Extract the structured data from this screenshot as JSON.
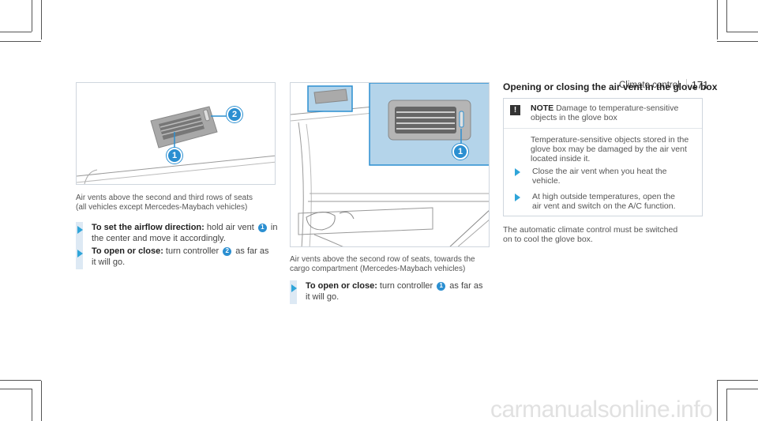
{
  "header": {
    "section": "Climate control",
    "page": "171"
  },
  "figure1": {
    "callout_1": "1",
    "callout_2": "2",
    "caption_line1": "Air vents above the second and third rows of seats",
    "caption_line2": "(all vehicles except Mercedes-Maybach vehicles)"
  },
  "steps_left": [
    {
      "bold": "To set the airflow direction:",
      "line1_rest": " hold air vent ",
      "callout": "1",
      "line1_end": " in",
      "line2": "the center and move it accordingly."
    },
    {
      "bold": "To open or close:",
      "line1_rest": " turn controller ",
      "callout": "2",
      "line1_end": " as far as",
      "line2": "it will go."
    }
  ],
  "figure2": {
    "callout_1": "1",
    "caption_line1": "Air vents above the second row of seats, towards the",
    "caption_line2": "cargo compartment (Mercedes-Maybach vehicles)"
  },
  "step_mid": {
    "bold": "To open or close:",
    "line1_rest": " turn controller ",
    "callout": "1",
    "line1_end": " as far as",
    "line2": "it will go."
  },
  "right": {
    "heading": "Opening or closing the air vent in the glove box",
    "note": {
      "icon": "!",
      "label": "NOTE",
      "line1_rest": " Damage to temperature-sensitive",
      "line2": "objects in the glove box",
      "para_line1": "Temperature-sensitive objects stored in the",
      "para_line2": "glove box may be damaged by the air vent",
      "para_line3": "located inside it.",
      "step1_line1": "Close the air vent when you heat the",
      "step1_line2": "vehicle.",
      "step2_line1": "At high outside temperatures, open the",
      "step2_line2": "air vent and switch on the A/C function."
    },
    "bottom_line1": "The automatic climate control must be switched",
    "bottom_line2": "on to cool the glove box."
  },
  "footer": {
    "watermark": "carmanualsonline.info"
  },
  "colors": {
    "callout": "#2b8fd1",
    "arrow": "#2fa5d9",
    "stepbar": "#dde9f4",
    "inset": "#b4d4ea"
  }
}
